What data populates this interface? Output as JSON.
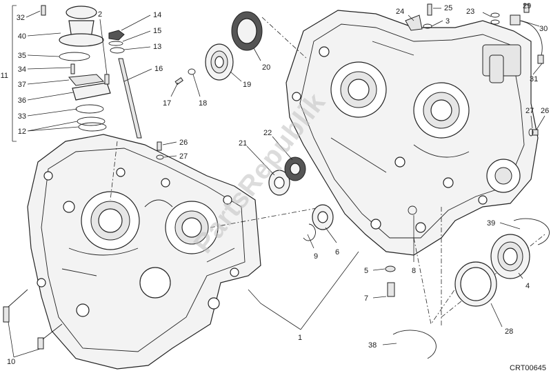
{
  "diagram": {
    "code": "CRT00645",
    "watermark": "PartsRepublik",
    "callouts": [
      "1",
      "2",
      "3",
      "4",
      "5",
      "6",
      "7",
      "8",
      "9",
      "10",
      "11",
      "12",
      "13",
      "14",
      "15",
      "16",
      "17",
      "18",
      "19",
      "20",
      "21",
      "22",
      "23",
      "24",
      "25",
      "26",
      "27",
      "28",
      "29",
      "30",
      "31",
      "32",
      "33",
      "34",
      "35",
      "36",
      "37",
      "38",
      "39",
      "40"
    ],
    "left_group": [
      "32",
      "40",
      "35",
      "34",
      "37",
      "36",
      "33",
      "12"
    ]
  }
}
